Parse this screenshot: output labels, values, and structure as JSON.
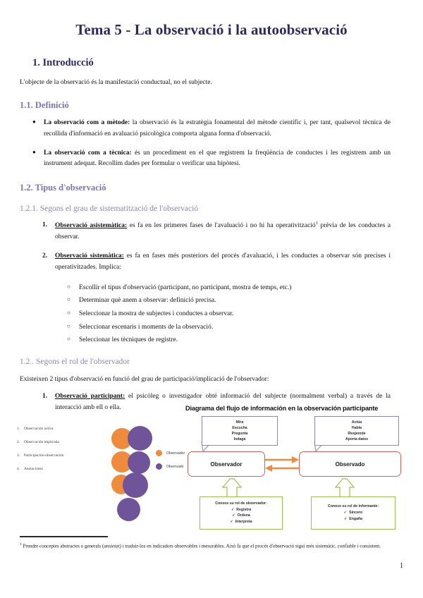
{
  "document": {
    "title": "Tema 5 - La observació i la autoobservació",
    "page_number": "1"
  },
  "sections": {
    "intro_heading": "1. Introducció",
    "intro_paragraph": "L'objecte de la observació és la manifestació conductual, no el subjecte.",
    "definicio_heading": "1.1. Definició",
    "bullets": [
      {
        "term": "La observació com a mètode:",
        "text": " la observació és la estratègia fonamental del mètode científic i, per tant, qualsevol tècnica de recollida d'informació en avaluació psicològica comporta alguna forma d'observació."
      },
      {
        "term": "La observació com a tècnica:",
        "text": " és un procediment en el que registrem la freqüència de conductes i les registrem amb un instrument adequat. Recollim dades per formular o verificar una hipòtesi."
      }
    ],
    "tipus_heading": "1.2. Tipus d'observació",
    "sistematitzacio_heading": "1.2.1. Segons el grau de sistematització de l'observació",
    "numbered": [
      {
        "term": "Observació asistemàtica:",
        "text": " es fa en les primeres fases de l'avaluació i no hi ha operativització",
        "footnote_marker": "1",
        "text_after": " prèvia de les conductes a observar."
      },
      {
        "term": "Observació sistemàtica:",
        "text": " es fa en fases més posteriors del procés d'avaluació, i les conductes a observar són precises i operativitzades. Implica:",
        "footnote_marker": "",
        "text_after": ""
      }
    ],
    "sub_items": [
      "Escollir el tipus d'observació (participant, no participant, mostra de temps, etc.)",
      "Determinar què anem a observar: definició precisa.",
      "Seleccionar la mostra de subjectes i conductes a observar.",
      "Seleccionar escenaris i moments de la observació.",
      "Seleccionar les tècniques de registre."
    ],
    "rol_heading": "1.2.. Segons el rol de l'observador",
    "rol_paragraph": "Existeixen 2 tipus d'observació en funció del grau de participació/implicació de l'observador:",
    "rol_numbered": [
      {
        "term": "Observació participant:",
        "text": " el psicòleg o investigador obté informació del subjecte (normalment verbal) a través de la interacció amb ell o ella."
      }
    ]
  },
  "left_illustration": {
    "items": [
      {
        "num": "1.",
        "label": "Observación activa"
      },
      {
        "num": "2.",
        "label": "Observación implicada"
      },
      {
        "num": "3.",
        "label": "Participación-observación"
      },
      {
        "num": "4.",
        "label": "Anotaciones"
      }
    ],
    "legend": [
      {
        "label": "Observador",
        "color": "#ef8b3c"
      },
      {
        "label": "Observado",
        "color": "#6f5499"
      }
    ]
  },
  "diagram": {
    "title": "Diagrama del flujo de información en la observación participante",
    "observer_box": "Observador",
    "observed_box": "Observado",
    "observer_actions": [
      "Mira",
      "Escucha",
      "Pregunta",
      "Indaga"
    ],
    "observed_actions": [
      "Actúa",
      "Habla",
      "Responde",
      "Aporta datos"
    ],
    "observer_role": {
      "heading": "Conoce su rol de observador:",
      "items": [
        "Registra",
        "Ordena",
        "Interpreta"
      ]
    },
    "observed_role": {
      "heading": "Conoce su rol de informante:",
      "items": [
        "Sincero",
        "Engaña"
      ]
    },
    "check_glyph": "✓",
    "colors": {
      "arrow": "#ef8b3c",
      "action_box_border": "#8d86bd",
      "actor_box_border": "#d4605c",
      "role_box_border": "#9cc04e"
    }
  },
  "footnote": {
    "marker": "1",
    "text_before": " Prendre conceptes abstractes o generals (",
    "italic": "ansietat",
    "text_after": ") i traduir-los en indicadors observables i mesurables. Això fa que el procés d'observació sigui més sistemàtic, confiable i consistent."
  }
}
